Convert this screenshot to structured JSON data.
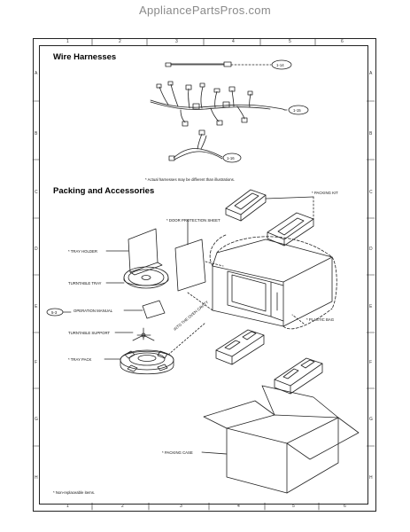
{
  "site": {
    "header": "AppliancePartsPros.com"
  },
  "grid": {
    "top_cols": [
      "1",
      "2",
      "3",
      "4",
      "5",
      "6"
    ],
    "bottom_cols": [
      "1",
      "2",
      "3",
      "4",
      "5",
      "6"
    ],
    "rows": [
      "A",
      "B",
      "C",
      "D",
      "E",
      "F",
      "G",
      "H"
    ]
  },
  "wire_harnesses": {
    "title": "Wire Harnesses",
    "refs": [
      "1-14",
      "1-15",
      "1-16"
    ],
    "note": "* Actual harnesses may be different than illustrations."
  },
  "packing": {
    "title": "Packing and Accessories",
    "labels": {
      "packing_kit": "* PACKING KIT",
      "door_protection_sheet": "* DOOR PROTECTION SHEET",
      "tray_holder": "* TRAY HOLDER",
      "turntable_tray": "TURNTABLE TRAY",
      "operation_manual_ref": "5-3",
      "operation_manual": "OPERATION MANUAL",
      "turntable_support": "TURNTABLE SUPPORT",
      "tray_pack": "* TRAY PACK",
      "into_oven_cavity": "INTO THE OVEN CAVITY",
      "plastic_bag": "* PLASTIC BAG",
      "packing_case": "* PACKING CASE"
    },
    "footnote": "* Non-replaceable items."
  }
}
